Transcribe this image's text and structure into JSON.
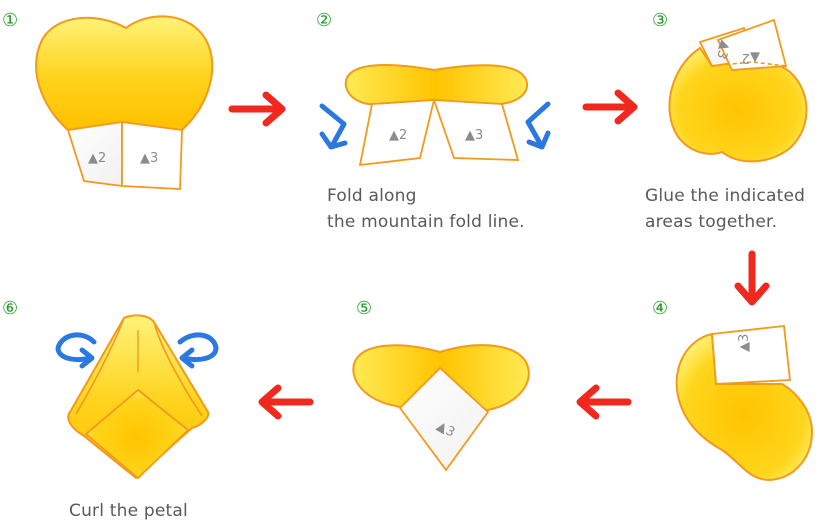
{
  "steps": [
    {
      "number": "①",
      "tabs": [
        "▲2",
        "▲3"
      ]
    },
    {
      "number": "②",
      "tabs": [
        "▲2",
        "▲3"
      ]
    },
    {
      "number": "③",
      "tabs": [
        "▲3",
        "▲2"
      ]
    },
    {
      "number": "④",
      "tabs": [
        "▲3"
      ]
    },
    {
      "number": "⑤",
      "tabs": [
        "▲3"
      ]
    },
    {
      "number": "⑥",
      "tabs": []
    }
  ],
  "captions": {
    "fold": [
      "Fold along",
      "the mountain fold line."
    ],
    "glue": [
      "Glue the indicated",
      "areas together."
    ],
    "curl": [
      "Curl the petal"
    ]
  },
  "colors": {
    "petal_light": "#FFF37A",
    "petal_dark": "#FFC400",
    "outline": "#F39A1C",
    "step_number": "#1F9A1F",
    "flow_arrow": "#F0281E",
    "fold_arrow": "#2A78E0",
    "caption_text": "#595959"
  },
  "icons": [
    "flow-arrow-icon",
    "fold-direction-arrow-icon",
    "curl-arrow-icon"
  ]
}
